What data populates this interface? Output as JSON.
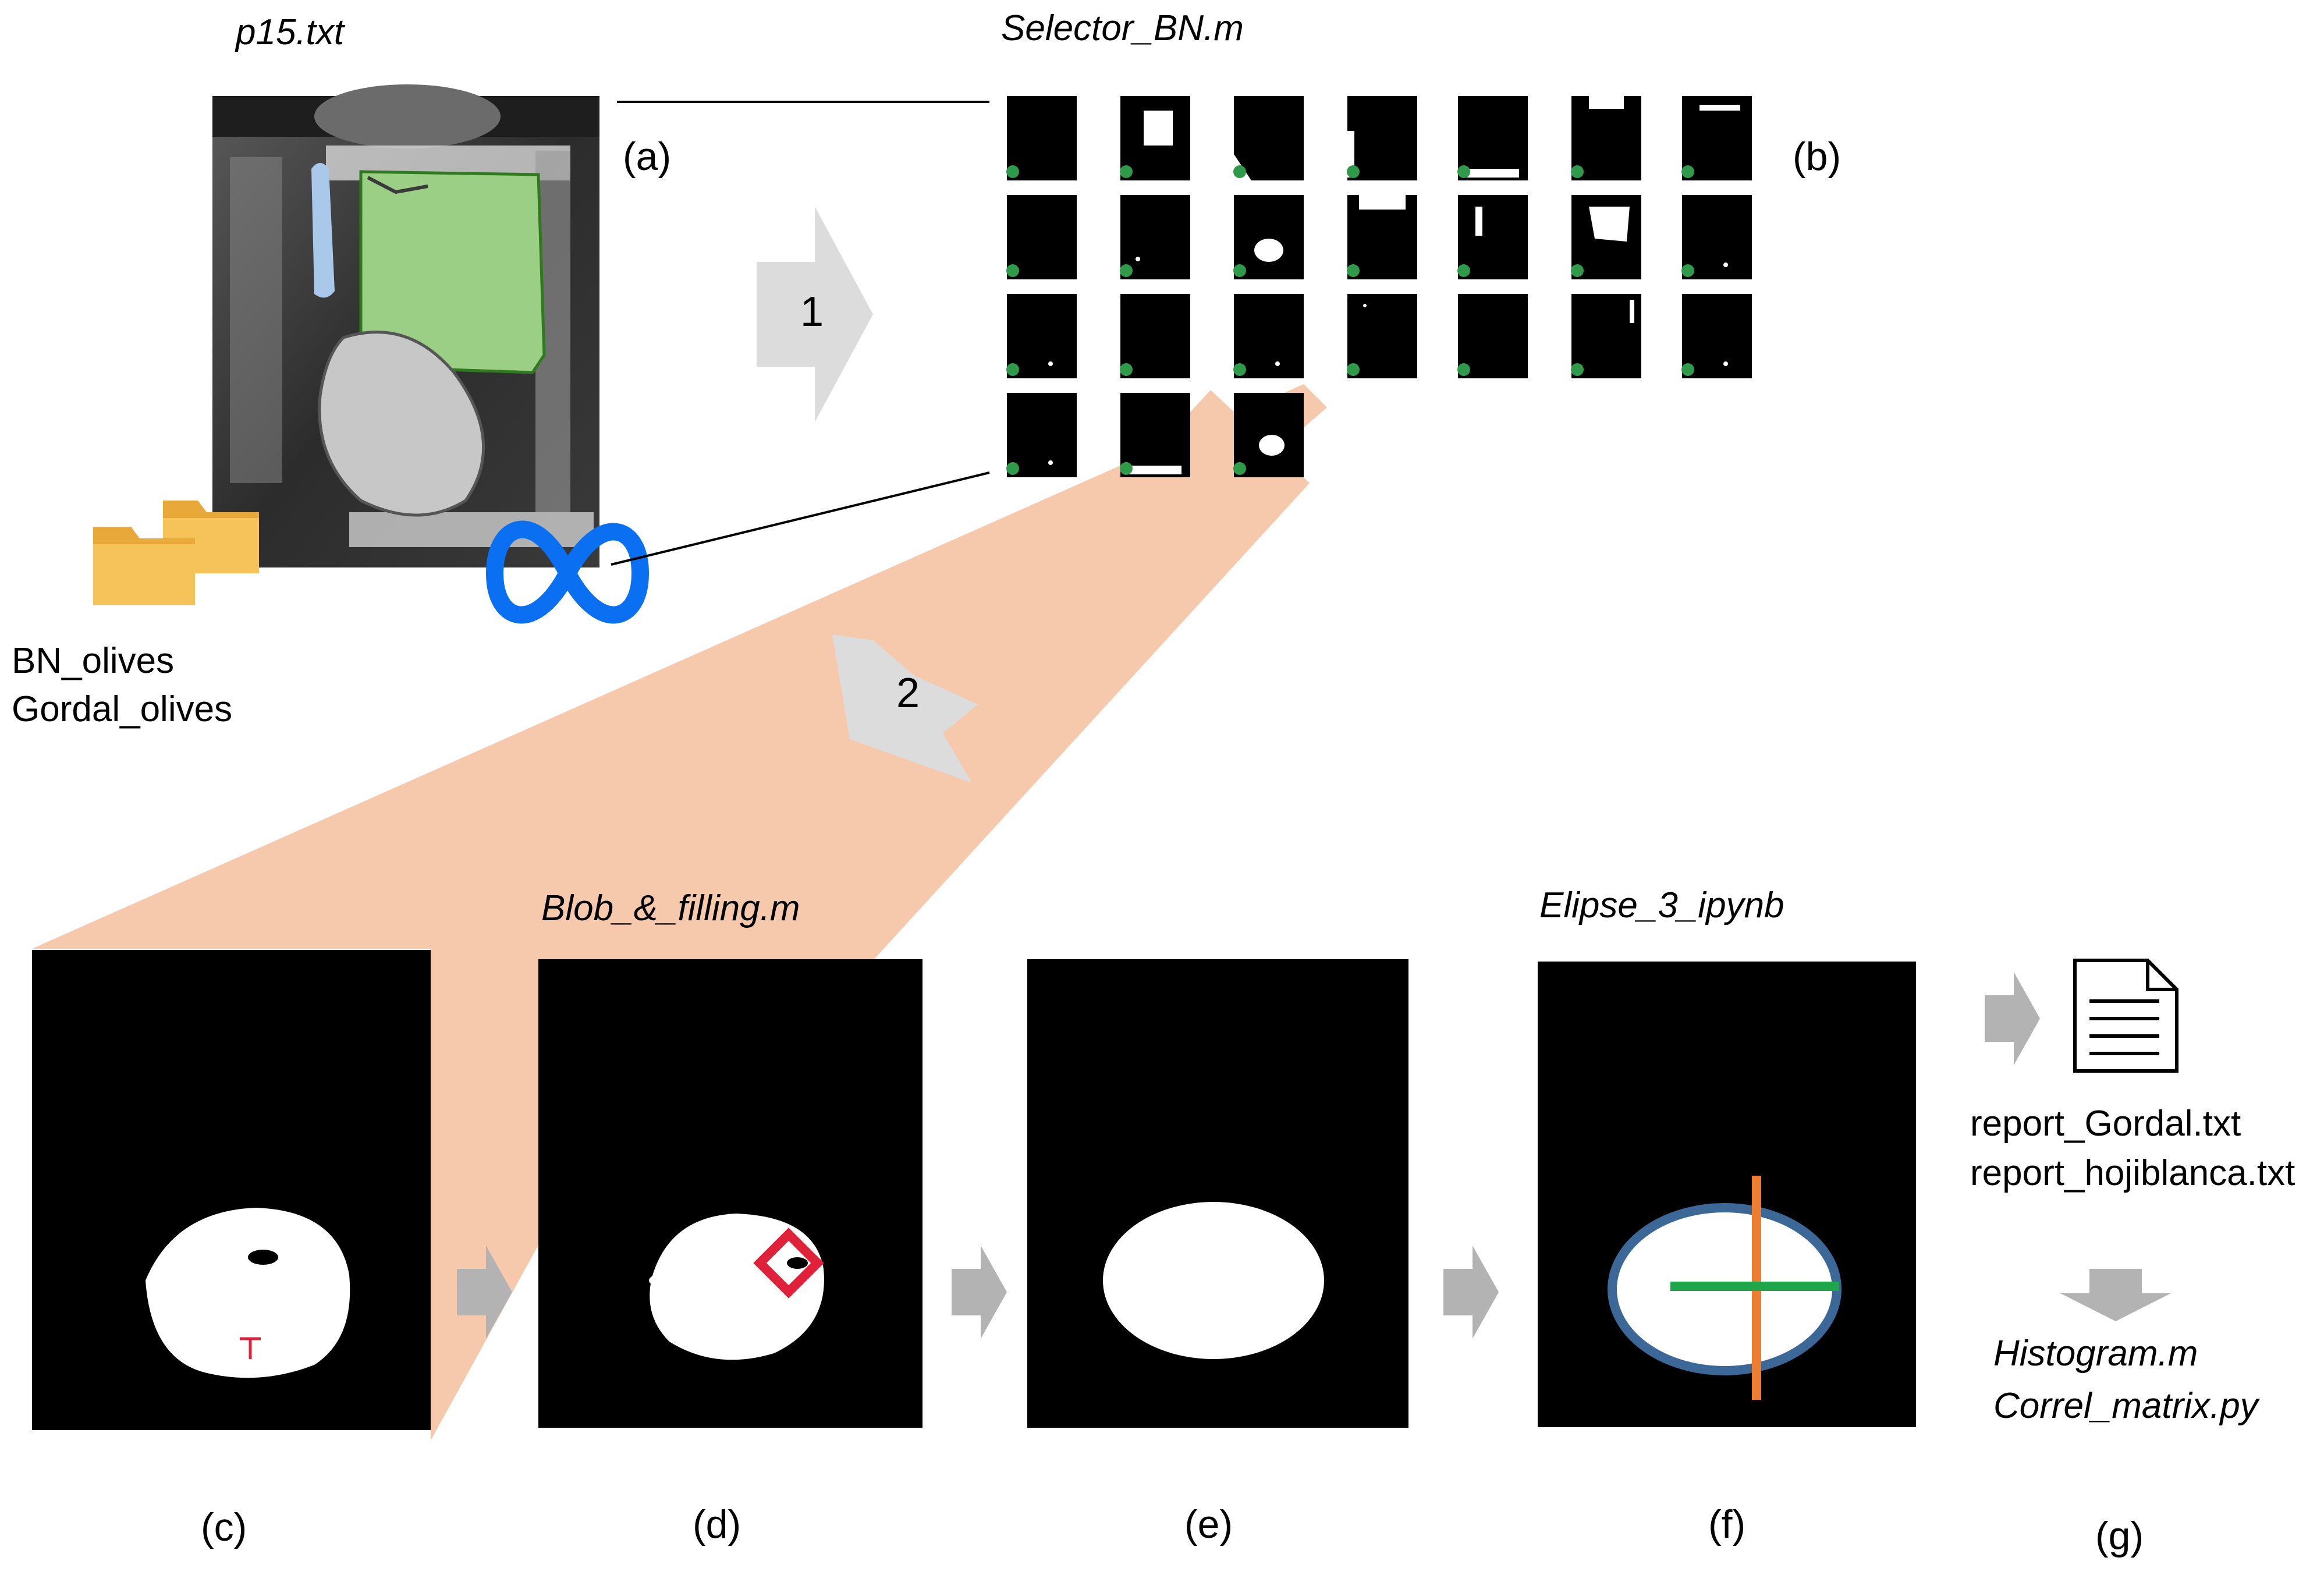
{
  "titles": {
    "input_file": "p15.txt",
    "selector_script": "Selector_BN.m",
    "blob_script": "Blob_&_filling.m",
    "ellipse_script": "Elipse_3_ipynb"
  },
  "folders": {
    "line1": "BN_olives",
    "line2": "Gordal_olives"
  },
  "steps": {
    "step1": "1",
    "step2": "2"
  },
  "panels": {
    "a": "(a)",
    "b": "(b)",
    "c": "(c)",
    "d": "(d)",
    "e": "(e)",
    "f": "(f)",
    "g": "(g)"
  },
  "reports": {
    "line1": "report_Gordal.txt",
    "line2": "report_hojiblanca.txt"
  },
  "outputs": {
    "line1": "Histogram.m",
    "line2": "Correl_matrix.py"
  },
  "colors": {
    "highlight": "#f6c9ad",
    "arrow_gray": "#b3b3b3",
    "arrow_light": "#dcdcdc",
    "mask_green": "#9ccf86",
    "mask_blue": "#a9c8ea",
    "mask_gray": "#c7c7c7",
    "ellipse_outline": "#3c6898",
    "major_axis": "#ed7d31",
    "minor_axis": "#1fa64a",
    "marker_red": "#e0213a",
    "meta_blue": "#0a6ff0",
    "folder_yellow": "#f5c35a"
  }
}
